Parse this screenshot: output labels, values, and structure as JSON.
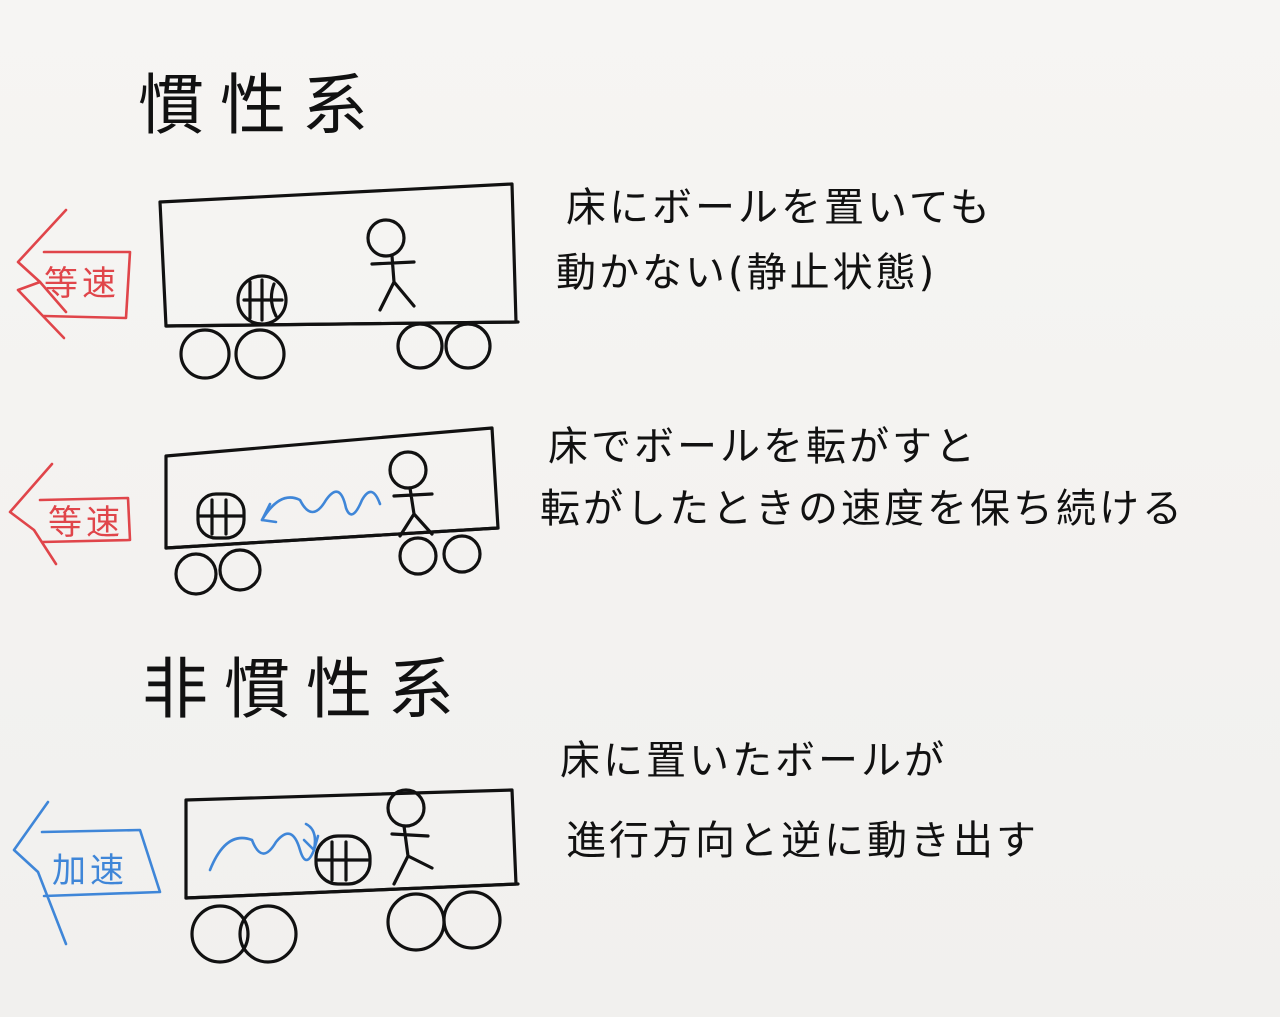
{
  "sections": {
    "inertial": {
      "heading": "慣性系"
    },
    "non_inertial": {
      "heading": "非慣性系"
    }
  },
  "scenes": [
    {
      "speed_label": "等速",
      "arrow_color": "#e0454a",
      "note_lines": [
        "床にボールを置いても",
        "動かない(静止状態)"
      ]
    },
    {
      "speed_label": "等速",
      "arrow_color": "#e0454a",
      "note_lines": [
        "床でボールを転がすと",
        "転がしたときの速度を保ち続ける"
      ]
    },
    {
      "speed_label": "加速",
      "arrow_color": "#3f86d8",
      "note_lines": [
        "床に置いたボールが",
        "進行方向と逆に動き出す"
      ]
    }
  ],
  "colors": {
    "ink": "#111111",
    "constant_speed": "#e0454a",
    "acceleration": "#3f86d8",
    "paper": "#f4f3f1"
  }
}
